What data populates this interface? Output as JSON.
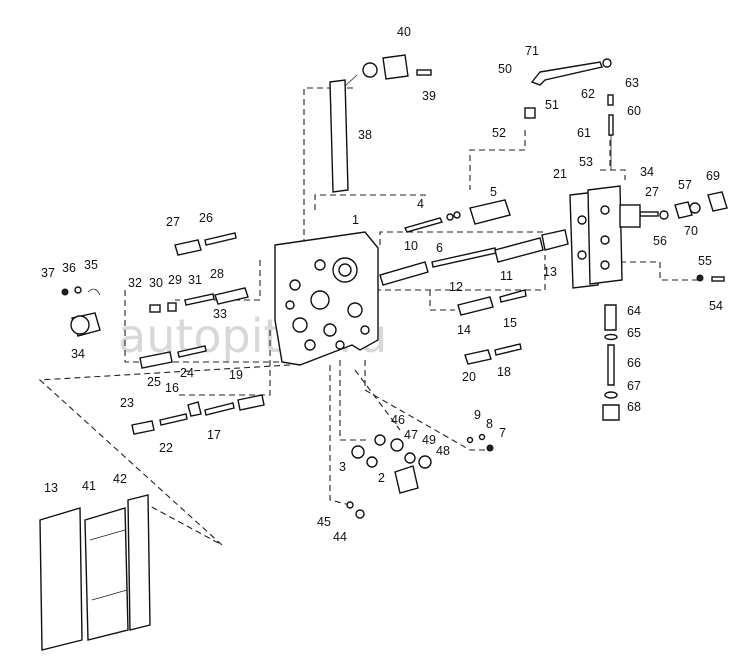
{
  "watermark": "autopiter.ru",
  "callouts": [
    {
      "id": "c1",
      "text": "1"
    },
    {
      "id": "c2",
      "text": "2"
    },
    {
      "id": "c3",
      "text": "3"
    },
    {
      "id": "c4",
      "text": "4"
    },
    {
      "id": "c5",
      "text": "5"
    },
    {
      "id": "c6",
      "text": "6"
    },
    {
      "id": "c7",
      "text": "7"
    },
    {
      "id": "c8",
      "text": "8"
    },
    {
      "id": "c9",
      "text": "9"
    },
    {
      "id": "c10",
      "text": "10"
    },
    {
      "id": "c11",
      "text": "11"
    },
    {
      "id": "c12",
      "text": "12"
    },
    {
      "id": "c13a",
      "text": "13"
    },
    {
      "id": "c13b",
      "text": "13"
    },
    {
      "id": "c14",
      "text": "14"
    },
    {
      "id": "c15",
      "text": "15"
    },
    {
      "id": "c16",
      "text": "16"
    },
    {
      "id": "c17",
      "text": "17"
    },
    {
      "id": "c18",
      "text": "18"
    },
    {
      "id": "c19",
      "text": "19"
    },
    {
      "id": "c20",
      "text": "20"
    },
    {
      "id": "c21",
      "text": "21"
    },
    {
      "id": "c22",
      "text": "22"
    },
    {
      "id": "c23",
      "text": "23"
    },
    {
      "id": "c24",
      "text": "24"
    },
    {
      "id": "c25",
      "text": "25"
    },
    {
      "id": "c26",
      "text": "26"
    },
    {
      "id": "c27a",
      "text": "27"
    },
    {
      "id": "c27b",
      "text": "27"
    },
    {
      "id": "c28",
      "text": "28"
    },
    {
      "id": "c29",
      "text": "29"
    },
    {
      "id": "c30",
      "text": "30"
    },
    {
      "id": "c31",
      "text": "31"
    },
    {
      "id": "c32",
      "text": "32"
    },
    {
      "id": "c33",
      "text": "33"
    },
    {
      "id": "c34a",
      "text": "34"
    },
    {
      "id": "c34b",
      "text": "34"
    },
    {
      "id": "c35",
      "text": "35"
    },
    {
      "id": "c36",
      "text": "36"
    },
    {
      "id": "c37",
      "text": "37"
    },
    {
      "id": "c38",
      "text": "38"
    },
    {
      "id": "c39",
      "text": "39"
    },
    {
      "id": "c40",
      "text": "40"
    },
    {
      "id": "c41",
      "text": "41"
    },
    {
      "id": "c42",
      "text": "42"
    },
    {
      "id": "c44",
      "text": "44"
    },
    {
      "id": "c45",
      "text": "45"
    },
    {
      "id": "c46",
      "text": "46"
    },
    {
      "id": "c47",
      "text": "47"
    },
    {
      "id": "c48",
      "text": "48"
    },
    {
      "id": "c49",
      "text": "49"
    },
    {
      "id": "c50",
      "text": "50"
    },
    {
      "id": "c51",
      "text": "51"
    },
    {
      "id": "c52",
      "text": "52"
    },
    {
      "id": "c53",
      "text": "53"
    },
    {
      "id": "c54",
      "text": "54"
    },
    {
      "id": "c55",
      "text": "55"
    },
    {
      "id": "c56",
      "text": "56"
    },
    {
      "id": "c57",
      "text": "57"
    },
    {
      "id": "c60",
      "text": "60"
    },
    {
      "id": "c61",
      "text": "61"
    },
    {
      "id": "c62",
      "text": "62"
    },
    {
      "id": "c63",
      "text": "63"
    },
    {
      "id": "c64",
      "text": "64"
    },
    {
      "id": "c65",
      "text": "65"
    },
    {
      "id": "c66",
      "text": "66"
    },
    {
      "id": "c67",
      "text": "67"
    },
    {
      "id": "c68",
      "text": "68"
    },
    {
      "id": "c69",
      "text": "69"
    },
    {
      "id": "c70",
      "text": "70"
    },
    {
      "id": "c71",
      "text": "71"
    }
  ]
}
